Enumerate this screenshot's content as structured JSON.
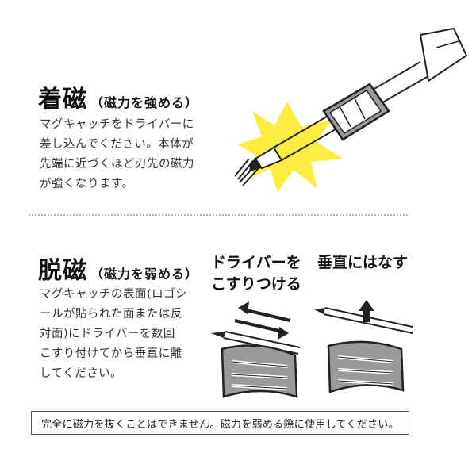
{
  "magnetize": {
    "title_main": "着磁",
    "title_sub": "（磁力を強める）",
    "body_lines": [
      "マグキャッチをドライバーに",
      "差し込んでください。本体が",
      "先端に近づくほど刃先の磁力",
      "が強くなります。"
    ]
  },
  "demagnetize": {
    "title_main": "脱磁",
    "title_sub": "（磁力を弱める）",
    "body_lines": [
      "マグキャッチの表面(ロゴシ",
      "ールが貼られた面または反",
      "対面)にドライバーを数回",
      "こすり付けてから垂直に離",
      "してください。"
    ]
  },
  "step_rub": {
    "caption_lines": [
      "ドライバーを",
      "こすりつける"
    ]
  },
  "step_lift": {
    "caption": "垂直にはなす"
  },
  "notice": "完全に磁力を抜くことはできません。磁力を弱める際に使用してください。",
  "colors": {
    "burst": "#ffec40",
    "outline": "#222222",
    "grip": "#9a9a9a",
    "divider": "#b8b8b8"
  },
  "icons": [
    "screwdriver-icon",
    "mag-catch-icon",
    "spark-burst-icon",
    "double-arrow-icon",
    "up-arrow-icon"
  ]
}
